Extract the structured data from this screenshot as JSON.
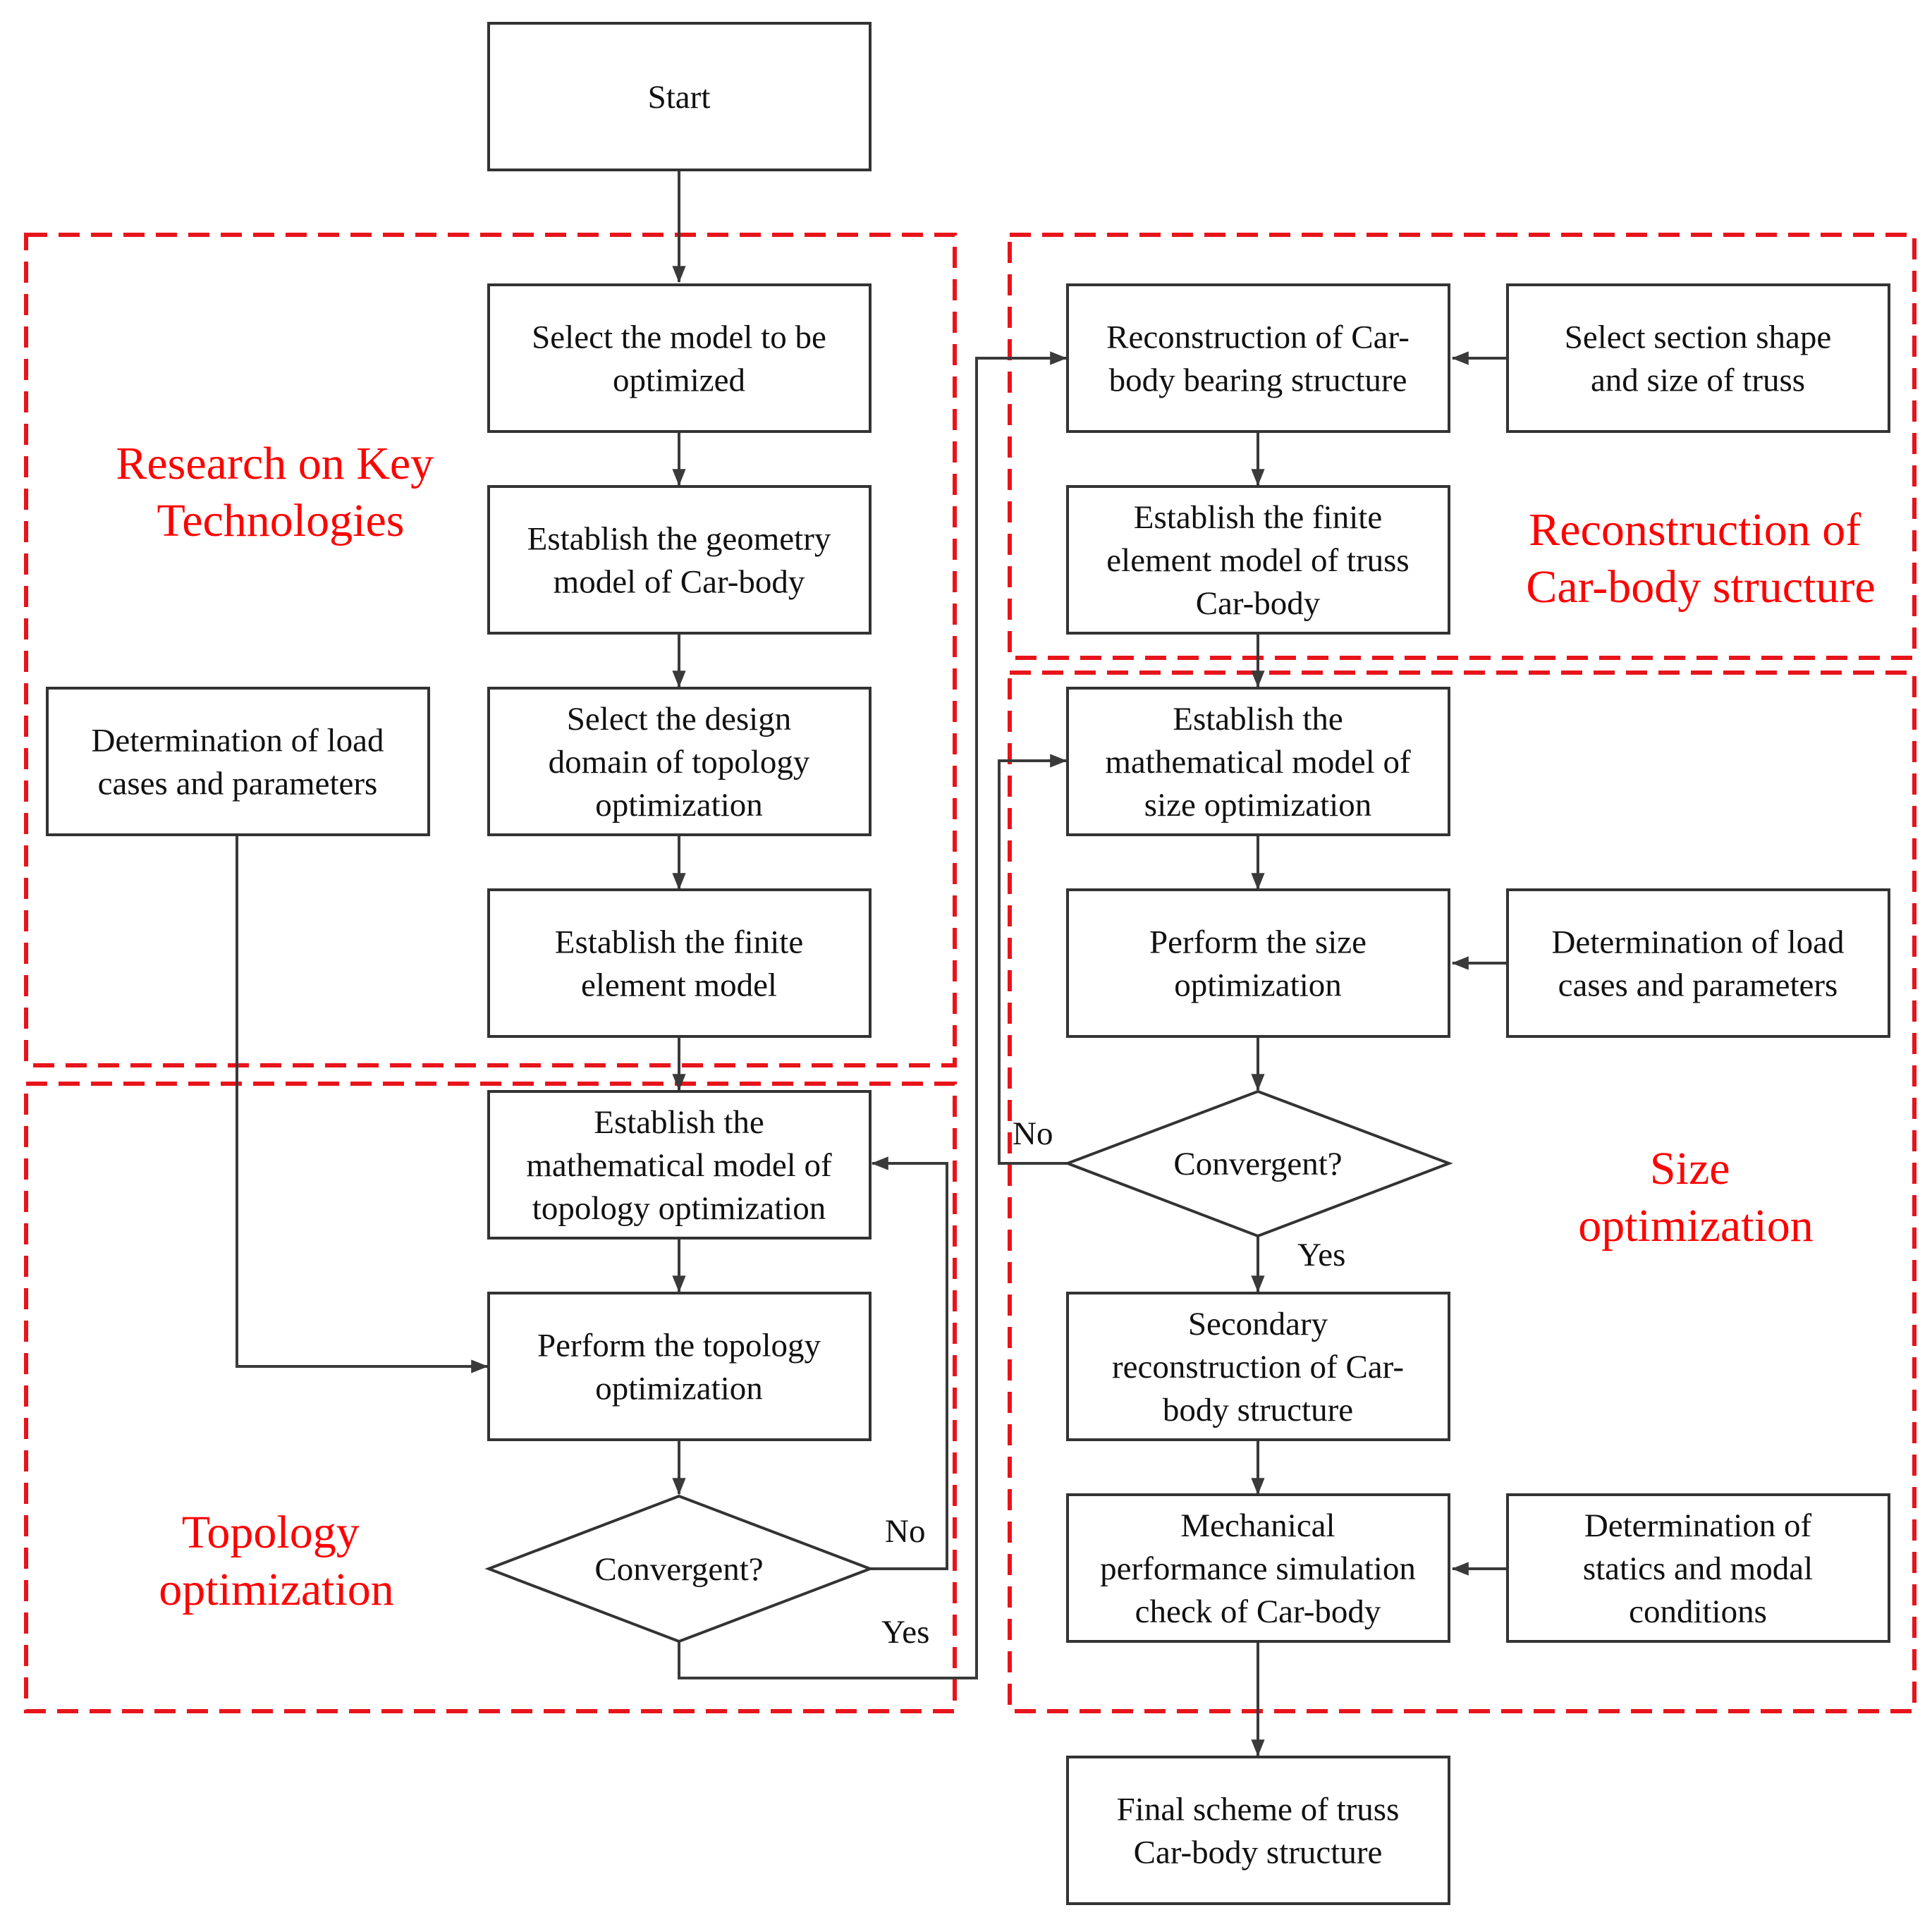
{
  "colors": {
    "box_stroke": "#333333",
    "arrow": "#3a3a3a",
    "region_stroke": "#e8141b",
    "region_text": "#ff0000",
    "text": "#111111"
  },
  "regions": {
    "research": [
      "Research on Key",
      "Technologies"
    ],
    "topology": [
      "Topology",
      "optimization"
    ],
    "reconstruction": [
      "Reconstruction of",
      "Car-body structure"
    ],
    "size": [
      "Size",
      "optimization"
    ]
  },
  "nodes": {
    "start": [
      "Start"
    ],
    "select_model": [
      "Select the model to be",
      "optimized"
    ],
    "geometry_model": [
      "Establish the geometry",
      "model of Car-body"
    ],
    "design_domain": [
      "Select the design",
      "domain of topology",
      "optimization"
    ],
    "fe_model": [
      "Establish the finite",
      "element model"
    ],
    "load_cases_left": [
      "Determination of load",
      "cases and parameters"
    ],
    "math_model_topology": [
      "Establish the",
      "mathematical model of",
      "topology optimization"
    ],
    "perform_topology": [
      "Perform the topology",
      "optimization"
    ],
    "convergent_topology": [
      "Convergent?"
    ],
    "reconstruction_bearing": [
      "Reconstruction of Car-",
      "body bearing structure"
    ],
    "section_shape": [
      "Select section shape",
      "and size of truss"
    ],
    "fe_model_truss": [
      "Establish the finite",
      "element model of truss",
      "Car-body"
    ],
    "math_model_size": [
      "Establish the",
      "mathematical model of",
      "size optimization"
    ],
    "perform_size": [
      "Perform the size",
      "optimization"
    ],
    "load_cases_right": [
      "Determination of load",
      "cases and parameters"
    ],
    "convergent_size": [
      "Convergent?"
    ],
    "secondary_reconstruction": [
      "Secondary",
      "reconstruction of Car-",
      "body structure"
    ],
    "mechanical_check": [
      "Mechanical",
      "performance simulation",
      "check of Car-body"
    ],
    "statics_modal": [
      "Determination of",
      "statics and modal",
      "conditions"
    ],
    "final_scheme": [
      "Final scheme of truss",
      "Car-body structure"
    ]
  },
  "edge_labels": {
    "topology_no": "No",
    "topology_yes": "Yes",
    "size_no": "No",
    "size_yes": "Yes"
  }
}
